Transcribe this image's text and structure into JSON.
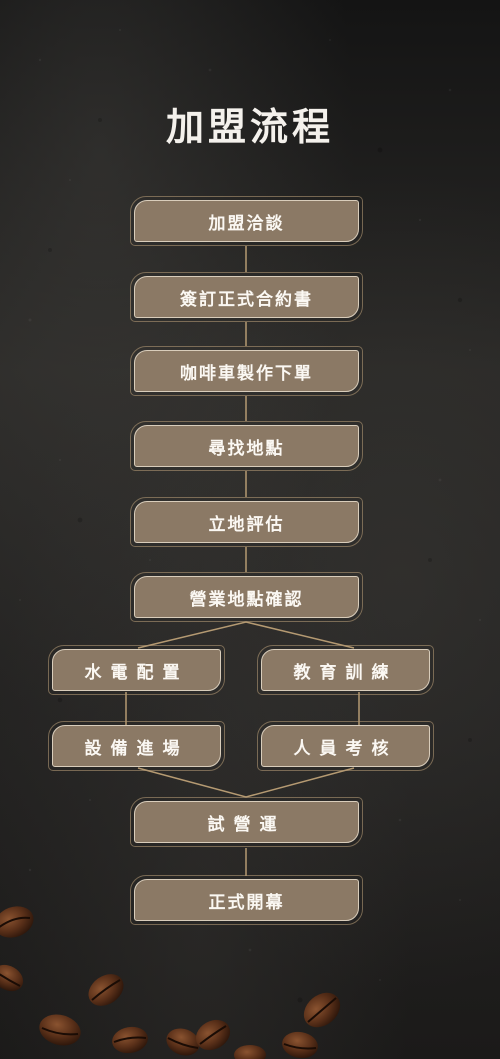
{
  "title": "加盟流程",
  "steps": {
    "s1": "加盟洽談",
    "s2": "簽訂正式合約書",
    "s3": "咖啡車製作下單",
    "s4": "尋找地點",
    "s5": "立地評估",
    "s6": "營業地點確認",
    "left1": "水電配置",
    "right1": "教育訓練",
    "left2": "設備進場",
    "right2": "人員考核",
    "s7": "試營運",
    "s8": "正式開幕"
  },
  "colors": {
    "background": "#1d1c1b",
    "step_fill": "#8b7965",
    "step_border": "#d9cdbb",
    "connector": "#b59a72",
    "title": "#f4f1ec"
  }
}
